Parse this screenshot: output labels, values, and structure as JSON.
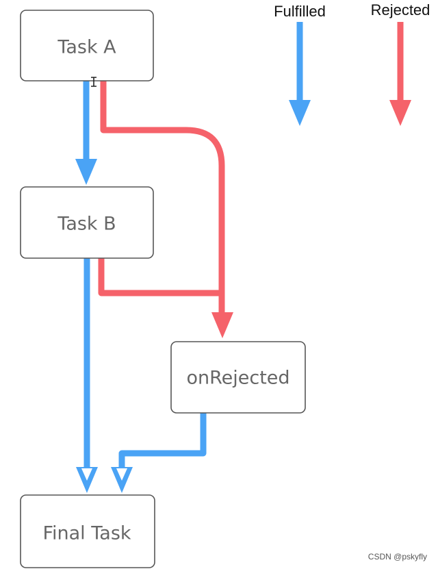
{
  "colors": {
    "fulfilled": "#4aa3f5",
    "rejected": "#f5626a"
  },
  "legend": {
    "fulfilled_label": "Fulfilled",
    "rejected_label": "Rejected"
  },
  "nodes": {
    "task_a": "Task A",
    "task_b": "Task B",
    "on_rejected": "onRejected",
    "final_task": "Final Task"
  },
  "watermark": "CSDN @pskyfly"
}
